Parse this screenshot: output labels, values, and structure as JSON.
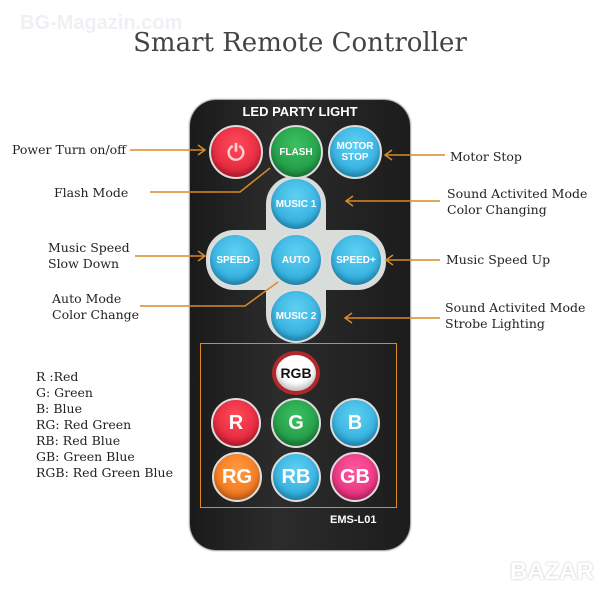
{
  "watermark": "BG-Magazin.com",
  "title": "Smart Remote Controller",
  "remote": {
    "header": "LED PARTY LIGHT",
    "model": "EMS-L01",
    "buttons": {
      "power": "",
      "flash": "FLASH",
      "motor_stop": [
        "MOTOR",
        "STOP"
      ],
      "music1": "MUSIC 1",
      "speed_down": "SPEED-",
      "auto": "AUTO",
      "speed_up": "SPEED+",
      "music2": "MUSIC 2",
      "rgb": "RGB",
      "r": "R",
      "g": "G",
      "b": "B",
      "rg": "RG",
      "rb": "RB",
      "gb": "GB"
    }
  },
  "callouts": {
    "power": "Power Turn on/off",
    "flash": "Flash Mode",
    "speed_down": [
      "Music Speed",
      "Slow Down"
    ],
    "auto": [
      "Auto Mode",
      "Color Change"
    ],
    "motor_stop": "Motor Stop",
    "music1": [
      "Sound Activited Mode",
      "Color Changing"
    ],
    "speed_up": "Music Speed Up",
    "music2": [
      "Sound Activited Mode",
      "Strobe Lighting"
    ]
  },
  "legend": [
    "R :Red",
    "G: Green",
    "B: Blue",
    "RG: Red Green",
    "RB: Red Blue",
    "GB: Green Blue",
    "RGB: Red Green Blue"
  ],
  "logo": "BAZAR",
  "colors": {
    "accent": "#d88a2a",
    "red": "#e0203a",
    "green": "#1e9a48",
    "blue": "#20a4d8",
    "orange": "#f07a22",
    "pink": "#e8307a"
  }
}
